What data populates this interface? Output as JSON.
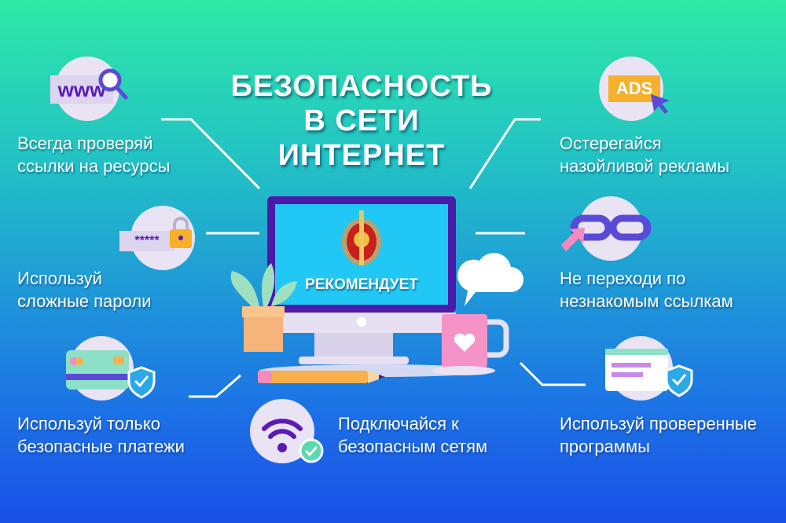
{
  "title": {
    "line1": "БЕЗОПАСНОСТЬ",
    "line2": "В СЕТИ",
    "line3": "ИНТЕРНЕТ"
  },
  "monitor": {
    "screen_text": "РЕКОМЕНДУЕТ",
    "emblem": "mvd-emblem"
  },
  "tips": [
    {
      "line1": "Всегда проверяй",
      "line2": "ссылки на ресурсы",
      "icon": "www-search-icon",
      "icon_text": "www"
    },
    {
      "line1": "Используй",
      "line2": "сложные пароли",
      "icon": "password-lock-icon",
      "icon_text": "*****"
    },
    {
      "line1": "Используй только",
      "line2": "безопасные платежи",
      "icon": "secure-card-icon"
    },
    {
      "line1": "Подключайся к",
      "line2": "безопасным сетям",
      "icon": "secure-wifi-icon"
    },
    {
      "line1": "Остерегайся",
      "line2": "назойливой рекламы",
      "icon": "ads-cursor-icon",
      "icon_text": "ADS"
    },
    {
      "line1": "Не переходи по",
      "line2": "незнакомым ссылкам",
      "icon": "chain-link-icon"
    },
    {
      "line1": "Используй проверенные",
      "line2": "программы",
      "icon": "verified-program-icon"
    }
  ],
  "colors": {
    "bg_top": "#2fe9a6",
    "bg_bottom": "#1a4fe8",
    "monitor_frame": "#4a1aa8",
    "screen": "#22c8f5",
    "icon_circle": "#e9e3f4",
    "accent_purple": "#5a1ab8"
  }
}
